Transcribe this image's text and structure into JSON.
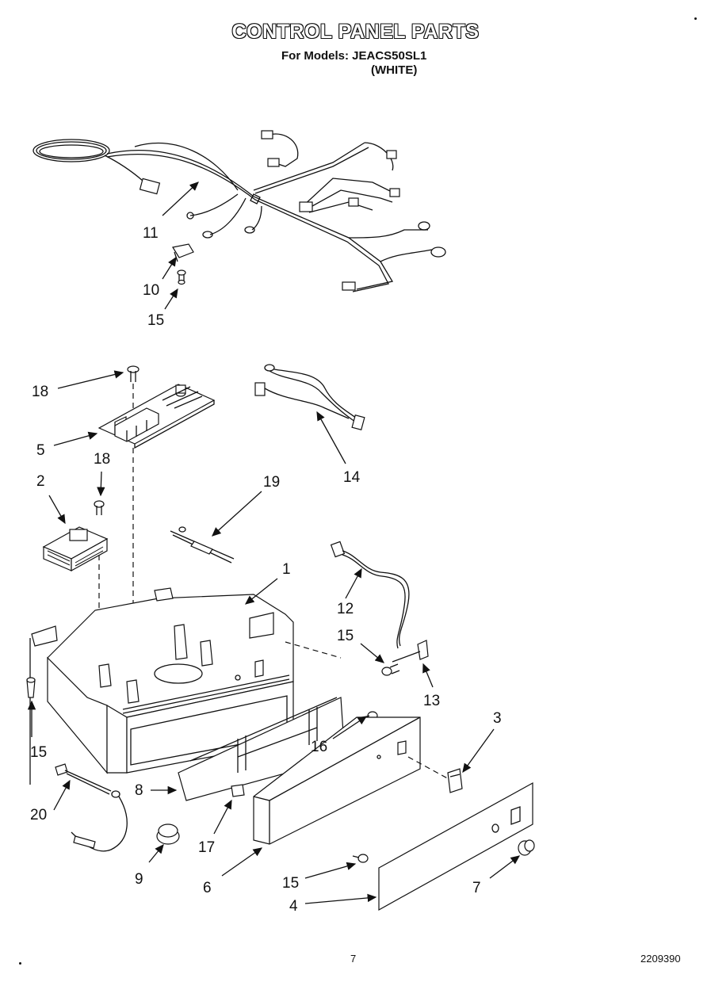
{
  "header": {
    "title": "CONTROL PANEL PARTS",
    "model_line": "For Models: JEACS50SL1",
    "color_line": "(WHITE)"
  },
  "footer": {
    "page": "7",
    "code": "2209390"
  },
  "callouts": {
    "c1": "1",
    "c2": "2",
    "c3": "3",
    "c4": "4",
    "c5": "5",
    "c6": "6",
    "c7": "7",
    "c8": "8",
    "c9": "9",
    "c10": "10",
    "c11": "11",
    "c12": "12",
    "c13": "13",
    "c14": "14",
    "c15a": "15",
    "c15b": "15",
    "c15c": "15",
    "c15d": "15",
    "c16": "16",
    "c17": "17",
    "c18a": "18",
    "c18b": "18",
    "c19": "19",
    "c20": "20"
  }
}
